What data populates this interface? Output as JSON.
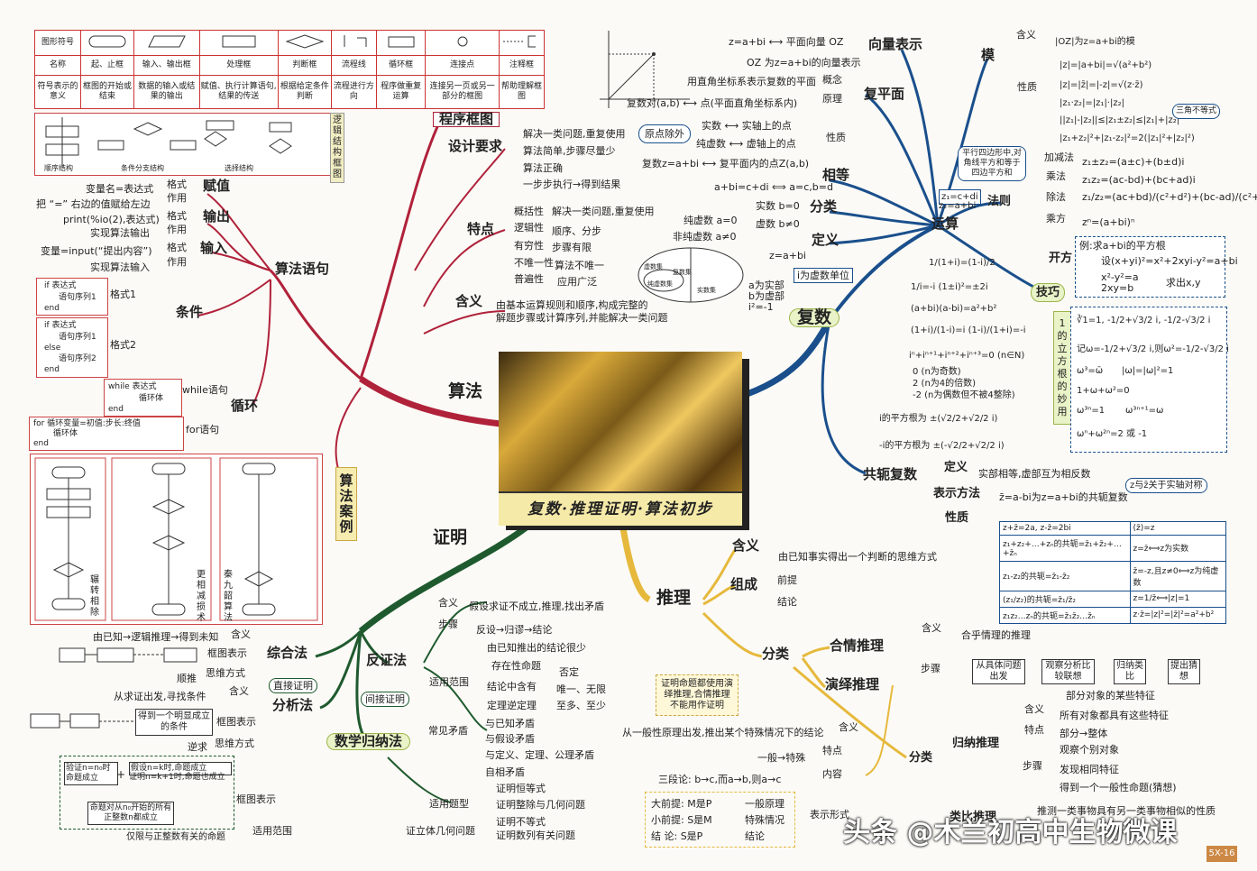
{
  "center": {
    "title": "复数·推理证明·算法初步"
  },
  "branches": {
    "algo": "算法",
    "complex": "复数",
    "proof": "证明",
    "reason": "推理"
  },
  "algo": {
    "flowchart": "程序框图",
    "symbols_header": [
      "图形符号",
      "名称",
      "符号表示的意义"
    ],
    "symbol_names": [
      "起、止框",
      "输入、输出框",
      "处理框",
      "判断框",
      "流程线",
      "循环框",
      "连接点",
      "注释框"
    ],
    "symbol_meanings": [
      "框图的开始或结束",
      "数据的输入或结果的输出",
      "赋值、执行计算语句,结果的传送",
      "根据给定条件判断",
      "流程进行方向",
      "程序做重复运算",
      "连接另一页或另一部分的框图",
      "帮助理解框图"
    ],
    "logic_structure": "逻辑结构框图",
    "structures": [
      "顺序结构",
      "条件分支结构",
      "选择结构"
    ],
    "design": "设计要求",
    "design_items": [
      "解决一类问题,重复使用",
      "算法简单,步骤尽量少",
      "算法正确",
      "一步步执行→得到结果"
    ],
    "features": "特点",
    "feature_items": [
      [
        "概括性",
        "解决一类问题,重复使用"
      ],
      [
        "逻辑性",
        "顺序、分步"
      ],
      [
        "有穷性",
        "步骤有限"
      ],
      [
        "不唯一性",
        "算法不唯一"
      ],
      [
        "普遍性",
        "应用广泛"
      ]
    ],
    "meaning": "含义",
    "meaning_text": [
      "由基本运算规则和顺序,构成完整的",
      "解题步骤或计算序列,并能解决一类问题"
    ],
    "statements": "算法语句",
    "assign": "赋值",
    "assign_items": [
      "变量名=表达式",
      "把 “=” 右边的值赋给左边",
      "格式",
      "作用"
    ],
    "output": "输出",
    "output_items": [
      "print(%io(2),表达式)",
      "实现算法输出",
      "格式",
      "作用"
    ],
    "input": "输入",
    "input_items": [
      "变量=input(“提出内容”)",
      "实现算法输入",
      "格式",
      "作用"
    ],
    "condition": "条件",
    "cond1": [
      "if 表达式",
      "语句序列1",
      "end"
    ],
    "cond2": [
      "if 表达式",
      "语句序列1",
      "else",
      "语句序列2",
      "end"
    ],
    "cond_labels": [
      "格式1",
      "格式2"
    ],
    "loop": "循环",
    "while_code": [
      "while 表达式",
      "循环体",
      "end"
    ],
    "while_label": "while语句",
    "for_code": [
      "for 循环变量=初值:步长:终值",
      "循环体",
      "end"
    ],
    "for_label": "for语句",
    "case": "算法案例",
    "case_names": [
      "辗转相除",
      "更相减损术",
      "秦九韶算法"
    ]
  },
  "complex": {
    "vector": "向量表示",
    "vector_items": [
      "z=a+bi ⟷ 平面向量 OZ",
      "OZ 为z=a+bi的向量表示"
    ],
    "plane": "复平面",
    "plane_items": [
      "概念",
      "原理",
      "性质",
      "用直角坐标系表示复数的平面",
      "复数对(a,b) ⟷ 点(平面直角坐标系内)",
      "实数 ⟷ 实轴上的点",
      "纯虚数 ⟷ 虚轴上的点",
      "复数z=a+bi ⟷ 复平面内的点Z(a,b)",
      "原点除外"
    ],
    "equal": "相等",
    "equal_text": "a+bi=c+di ⟺ a=c,b=d",
    "classify": "分类",
    "classify_items": [
      "实数 b=0",
      "虚数 b≠0",
      "纯虚数 a=0",
      "非纯虚数 a≠0"
    ],
    "define": "定义",
    "define_items": [
      "z=a+bi",
      "i为虚数单位",
      "a为实部",
      "b为虚部",
      "i²=-1"
    ],
    "sets": [
      "虚数集",
      "纯虚数集",
      "实数集",
      "复数集"
    ],
    "modulus": "模",
    "modulus_items": [
      "含义",
      "性质",
      "|OZ|为z=a+bi的模",
      "|z|=|a+bi|=√(a²+b²)",
      "|z|=|z̄|=|-z|=√(z·z̄)",
      "|z₁·z₂|=|z₁|·|z₂|",
      "||z₁|-|z₂||≤|z₁±z₂|≤|z₁|+|z₂|",
      "三角不等式",
      "|z₁+z₂|²+|z₁-z₂|²=2(|z₁|²+|z₂|²)"
    ],
    "parallelogram": "平行四边形中,对角线平方和等于四边平方和",
    "ops": "运算",
    "rules": "法则",
    "rule_items": [
      [
        "加减法",
        "z₁±z₂=(a±c)+(b±d)i"
      ],
      [
        "乘法",
        "z₁z₂=(ac-bd)+(bc+ad)i"
      ],
      [
        "除法",
        "z₁/z₂=(ac+bd)/(c²+d²)+(bc-ad)/(c²+d²) i"
      ],
      [
        "乘方",
        "zⁿ=(a+bi)ⁿ"
      ]
    ],
    "ops_def": [
      "z₁=c+di",
      "z₂=a+bi"
    ],
    "sqrt": "开方",
    "sqrt_items": [
      "例:求a+bi的平方根",
      "设(x+yi)²=x²+2xyi-y²=a+bi",
      "x²-y²=a",
      "2xy=b",
      "求出x,y"
    ],
    "tricks": "技巧",
    "trick_items": [
      "1/(1+i)=(1-i)/2",
      "1/i=-i (1±i)²=±2i",
      "(a+bi)(a-bi)=a²+b²",
      "(1+i)/(1-i)=i (1-i)/(1+i)=-i",
      "iⁿ+iⁿ⁺¹+iⁿ⁺²+iⁿ⁺³=0 (n∈N)",
      "0 (n为奇数)",
      "2 (n为4的倍数)",
      "-2 (n为偶数但不被4整除)",
      "i的平方根为 ±(√2/2+√2/2 i)",
      "-i的平方根为 ±(-√2/2+√2/2 i)"
    ],
    "cube": "1的立方根的妙用",
    "cube_items": [
      "∛1=1, -1/2+√3/2 i, -1/2-√3/2 i",
      "记ω=-1/2+√3/2 i,则ω²=-1/2-√3/2 i",
      "ω³=ω̄",
      "|ω|=|ω|²=1",
      "1+ω+ω²=0",
      "ω³ⁿ=1",
      "ω³ⁿ⁺¹=ω",
      "ωⁿ+ω²ⁿ=2 或 -1"
    ],
    "conj": "共轭复数",
    "conj_items": [
      "定义",
      "实部相等,虚部互为相反数",
      "表示方法",
      "z̄=a-bi为z=a+bi的共轭复数",
      "性质",
      "z与z̄关于实轴对称"
    ],
    "conj_props": [
      [
        "z+z̄=2a, z-z̄=2bi",
        "(z̄)=z"
      ],
      [
        "z₁+z₂+…+zₙ的共轭=z̄₁+z̄₂+…+z̄ₙ",
        "z=z̄⟺z为实数"
      ],
      [
        "z₁-z₂的共轭=z̄₁-z̄₂",
        "z̄=-z,且z≠0⟺z为纯虚数"
      ],
      [
        "(z₁/z₂)的共轭=z̄₁/z̄₂",
        "z=1/z̄⟺|z|=1"
      ],
      [
        "z₁z₂…zₙ的共轭=z̄₁z̄₂…z̄ₙ",
        "z·z̄=|z|²=|z̄|²=a²+b²"
      ]
    ]
  },
  "proof": {
    "synthetic": "综合法",
    "syn_items": [
      "含义",
      "由已知→逻辑推理→得到未知",
      "框图表示",
      "思维方式",
      "顺推"
    ],
    "analytic": "分析法",
    "ana_items": [
      "含义",
      "从求证出发,寻找条件",
      "框图表示",
      "思维方式",
      "逆求",
      "得到一个明显成立的条件"
    ],
    "direct": "直接证明",
    "contra": "反证法",
    "indirect": "间接证明",
    "contra_items": [
      "含义",
      "假设求证不成立,推理,找出矛盾",
      "步骤",
      "反设→归谬→结论",
      "适用范围",
      "常见矛盾"
    ],
    "scope_items": [
      "由已知推出的结论很少",
      "存在性命题",
      "结论中含有",
      "否定",
      "唯一、无限",
      "至多、至少",
      "定理逆定理"
    ],
    "conflict_items": [
      "与已知矛盾",
      "与假设矛盾",
      "与定义、定理、公理矛盾",
      "自相矛盾"
    ],
    "induction": "数学归纳法",
    "ind_items": [
      "框图表示",
      "适用范围",
      "仅限与正整数有关的命题",
      "验证n=n₀时命题成立",
      "假设n=k时,命题成立",
      "证明n=k+1时,命题也成立",
      "命题对从n₀开始的所有正整数n都成立"
    ],
    "type_label": "适用题型",
    "type_items": [
      "证明恒等式",
      "证明整除与几何问题",
      "证明不等式",
      "证明数列有关问题",
      "证立体几何问题"
    ]
  },
  "reason": {
    "meaning": "含义",
    "meaning_text": "由已知事实得出一个判断的思维方式",
    "parts": "组成",
    "part_items": [
      "前提",
      "结论"
    ],
    "classify": "分类",
    "plausible": "合情推理",
    "pl_items": [
      "含义",
      "合乎情理的推理",
      "步骤",
      "从具体问题出发",
      "观察分析比较联想",
      "归纳类比",
      "提出猜想"
    ],
    "deductive": "演绎推理",
    "ded_items": [
      "含义",
      "从一般性原理出发,推出某个特殊情况下的结论",
      "特点",
      "一般→特殊",
      "内容",
      "三段论: b→c,而a→b,则a→c",
      "表示形式"
    ],
    "syllogism": [
      [
        "大前提: M是P",
        "一般原理"
      ],
      [
        "小前提: S是M",
        "特殊情况"
      ],
      [
        "结  论: S是P",
        "结论"
      ]
    ],
    "note": "证明命题都使用演绎推理,合情推理不能用作证明",
    "inductive": "归纳推理",
    "ind_items": [
      "含义",
      "部分对象的某些特征",
      "所有对象都具有这些特征",
      "特点",
      "部分→整体",
      "步骤",
      "观察个别对象",
      "发现相同特征",
      "得到一个一般性命题(猜想)"
    ],
    "analogy": "类比推理",
    "analogy_text": "推测一类事物具有另一类事物相似的性质"
  },
  "watermark": "头条 @木兰初高中生物微课",
  "page_no": "5X-16",
  "colors": {
    "algo": "#b0213a",
    "complex": "#1a4f8c",
    "proof": "#1f5a2e",
    "reason": "#e6b93c"
  }
}
